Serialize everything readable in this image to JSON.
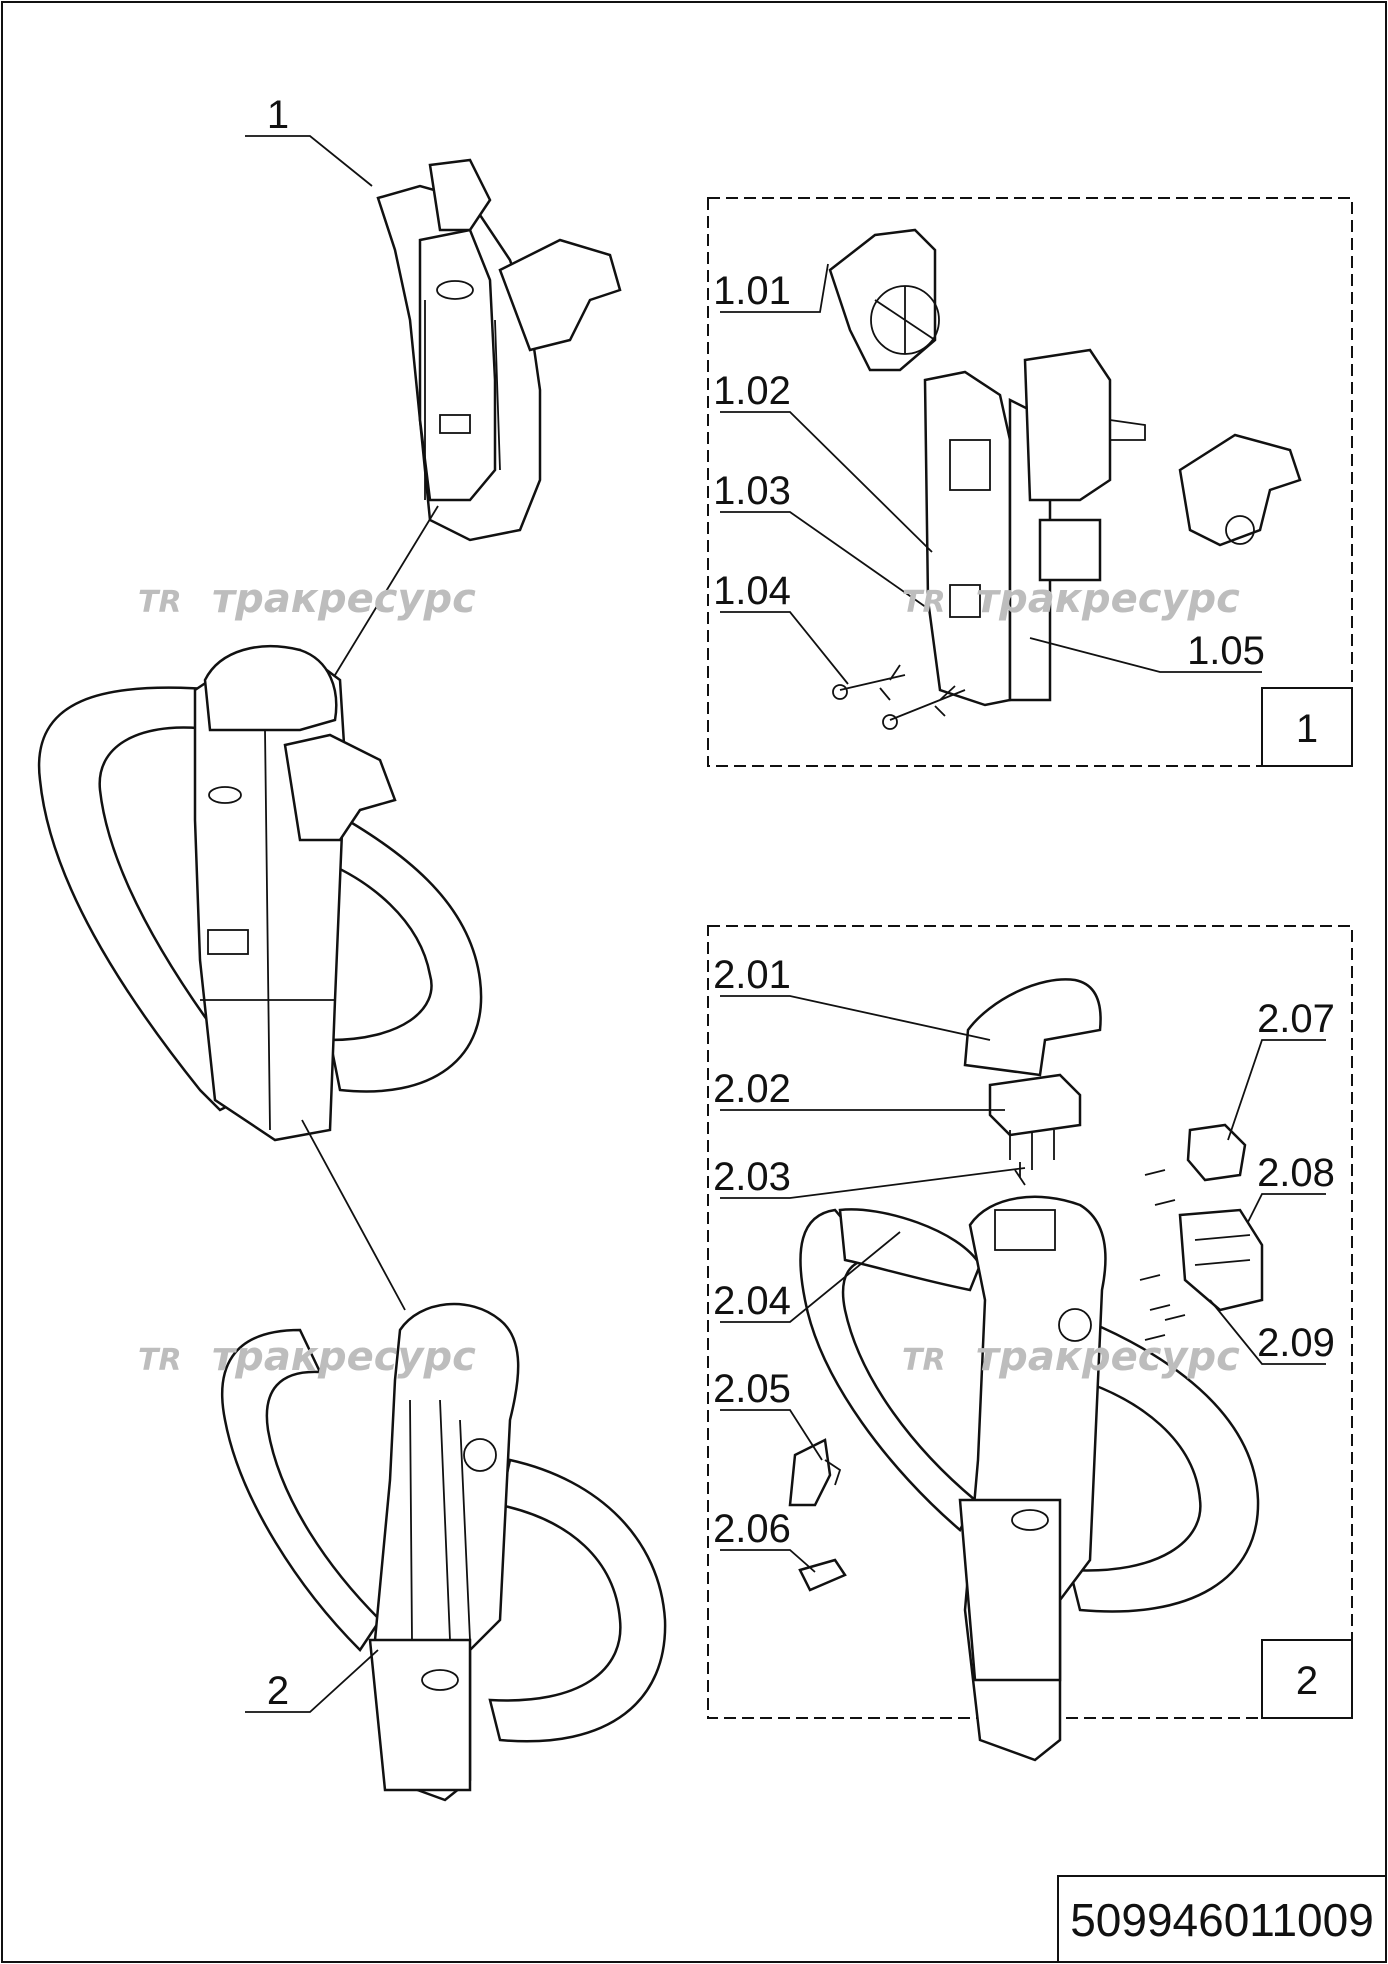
{
  "drawing_number": "509946011009",
  "watermark": {
    "logo": "TR",
    "text": "тракресурс"
  },
  "main_callouts": {
    "assembly_1": "1",
    "assembly_2": "2"
  },
  "detail_1": {
    "label": "1",
    "callouts": [
      "1.01",
      "1.02",
      "1.03",
      "1.04",
      "1.05"
    ]
  },
  "detail_2": {
    "label": "2",
    "callouts": [
      "2.01",
      "2.02",
      "2.03",
      "2.04",
      "2.05",
      "2.06",
      "2.07",
      "2.08",
      "2.09"
    ]
  }
}
